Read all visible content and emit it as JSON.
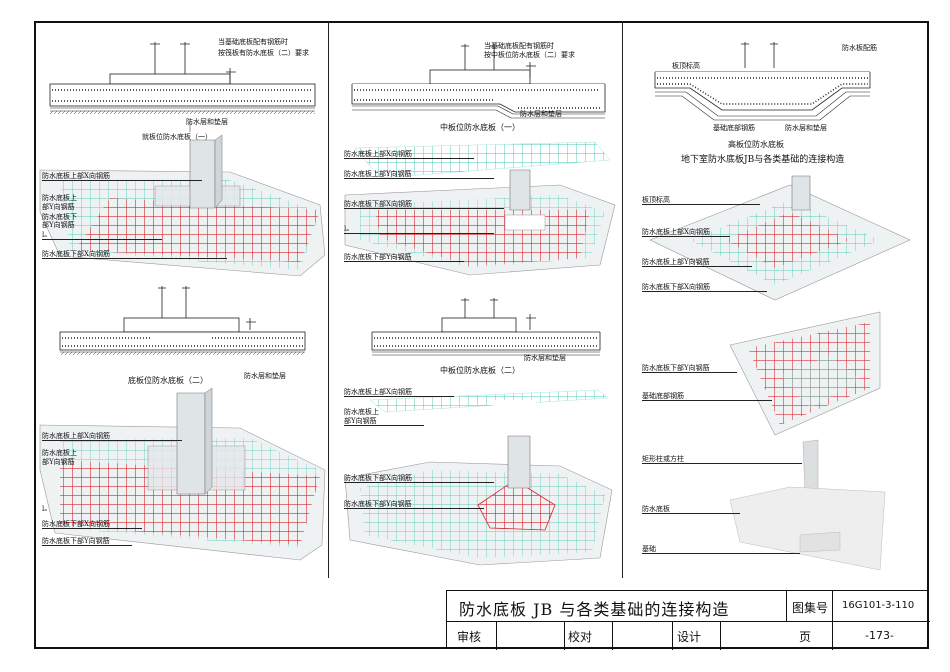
{
  "title_block": {
    "title": "防水底板 JB 与各类基础的连接构造",
    "atlas_label": "图集号",
    "atlas_no": "16G101-3-110",
    "review_label": "审核",
    "check_label": "校对",
    "design_label": "设计",
    "page_label": "页",
    "page_no": "-173-"
  },
  "col1": {
    "s1_note1": "当基础底板配有钢筋时",
    "s1_note2": "按筏板有防水底板（二）要求",
    "s1_bottom": "防水层和垫层",
    "s1_3d_top": "就板位防水底板（一）",
    "s1_l1": "防水底板上部X向钢筋",
    "s1_l2a": "防水底板上",
    "s1_l2b": "部Y向钢筋",
    "s1_l3a": "防水底板下",
    "s1_l3b": "部Y向钢筋",
    "s1_la": "lₐ",
    "s1_l4": "防水底板下部X向钢筋",
    "s2_bottom": "防水层和垫层",
    "s2_caption": "底板位防水底板（二）",
    "s2_l1": "防水底板上部X向钢筋",
    "s2_l2a": "防水底板上",
    "s2_l2b": "部Y向钢筋",
    "s2_la": "lₐ",
    "s2_l3": "防水底板下部X向钢筋",
    "s2_l4": "防水底板下部Y向钢筋"
  },
  "col2": {
    "s1_note1": "当基础底板配有钢筋时",
    "s1_note2": "按中板位防水底板（二）要求",
    "s1_bottom": "防水层和垫层",
    "s1_caption": "中板位防水底板（一）",
    "s1_l1": "防水底板上部X向钢筋",
    "s1_l2": "防水底板上部Y向钢筋",
    "s1_l3": "防水底板下部X向钢筋",
    "s1_la": "lₐ",
    "s1_l4": "防水底板下部Y向钢筋",
    "s2_bottom": "防水层和垫层",
    "s2_caption": "中板位防水底板（二）",
    "s2_l1": "防水底板上部X向钢筋",
    "s2_l2a": "防水底板上",
    "s2_l2b": "部Y向钢筋",
    "s2_l3": "防水底板下部X向钢筋",
    "s2_l4": "防水底板下部Y向钢筋"
  },
  "col3": {
    "s1_top": "板顶标高",
    "s1_rebar": "防水板配筋",
    "s1_b1": "基础底部钢筋",
    "s1_b2": "防水层和垫层",
    "s1_caption": "高板位防水底板",
    "main_title": "地下室防水底板JB与各类基础的连接构造",
    "l1": "板顶标高",
    "l2": "防水底板上部X向钢筋",
    "l3": "防水底板上部Y向钢筋",
    "l4": "防水底板下部X向钢筋",
    "l5": "防水底板下部Y向钢筋",
    "l6": "基础底部钢筋",
    "l7": "矩形柱或方柱",
    "l8": "防水底板",
    "l9": "基础"
  },
  "colors": {
    "rebar_red": "#d6202a",
    "rebar_green": "#46c9b2",
    "slab_fill": "#e9eef0",
    "line": "#222222"
  }
}
